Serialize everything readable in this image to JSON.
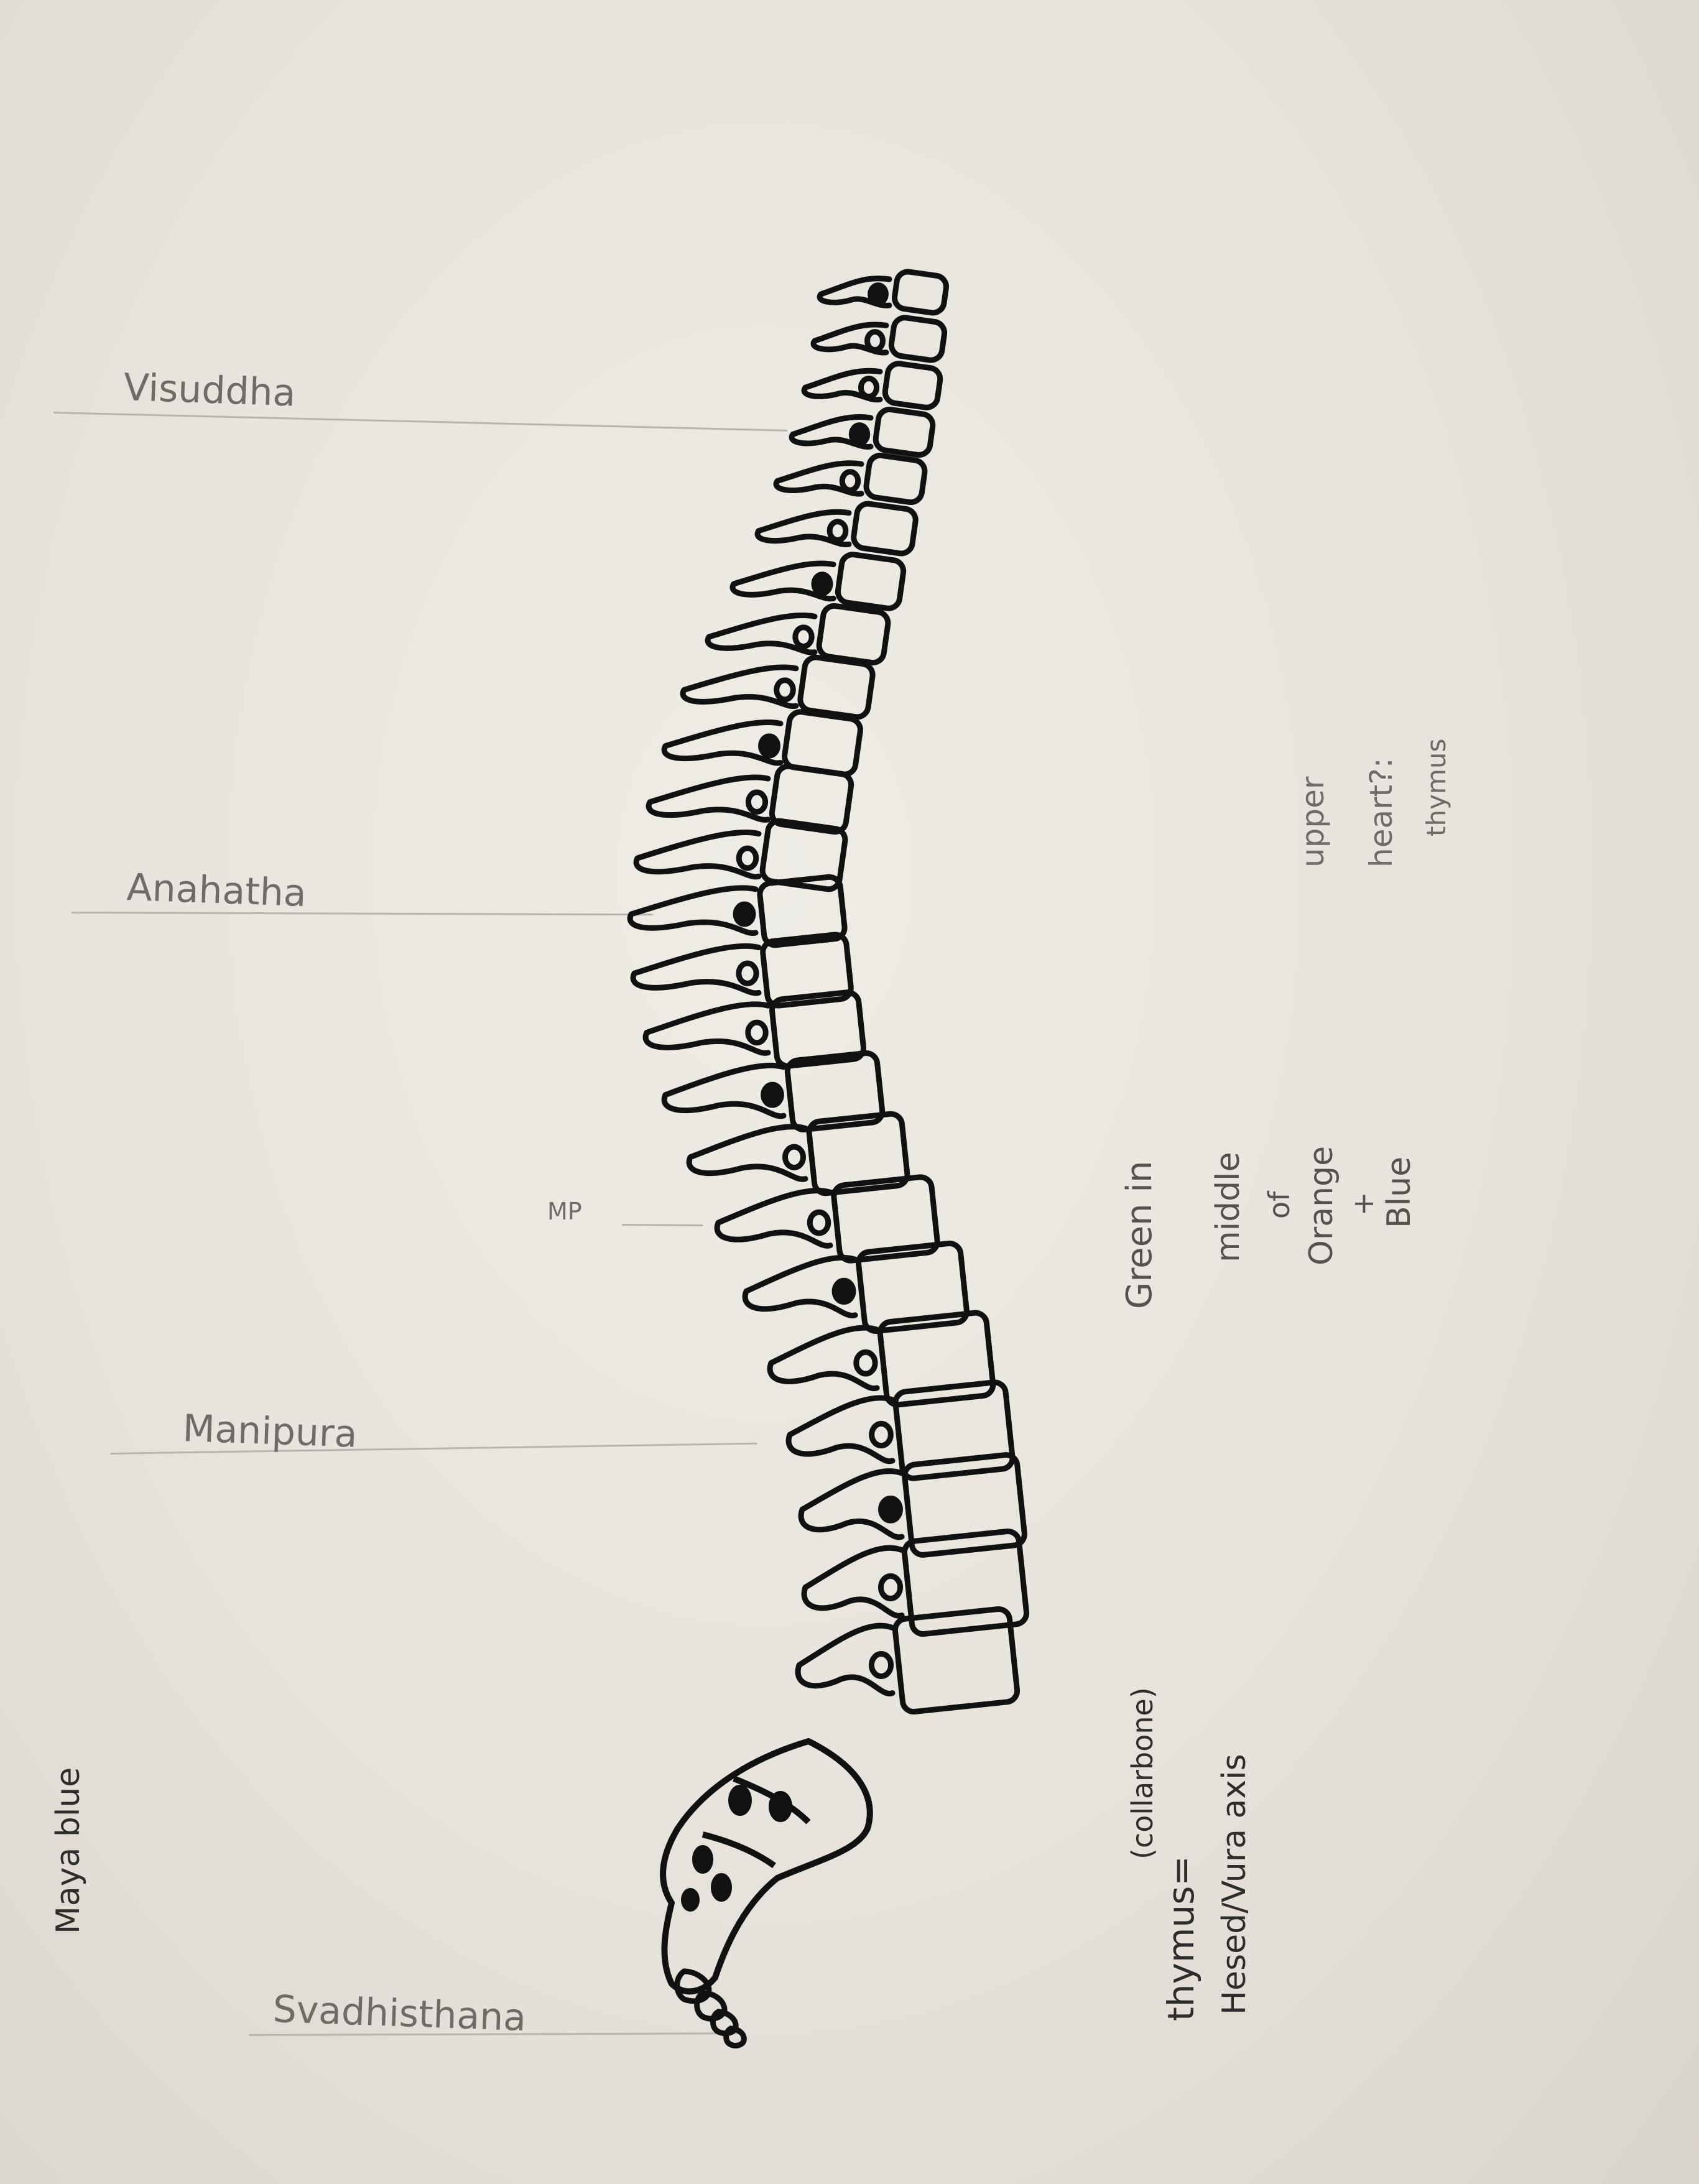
{
  "chakra_labels": {
    "visuddha": "Visuddha",
    "anahatha": "Anahatha",
    "mp": "MP",
    "manipura": "Manipura",
    "svadhisthana": "Svadhisthana"
  },
  "side_notes": {
    "maya_blue": "Maya blue",
    "upper_heart_line1": "upper",
    "upper_heart_line2": "heart?:",
    "upper_heart_line3": "thymus",
    "green_line1": "Green in",
    "green_line2": "middle",
    "green_line3": "of",
    "green_line4": "Orange",
    "green_line5": "+",
    "green_line6": "Blue",
    "thymus_line1": "(collarbone)",
    "thymus_line2": "thymus=",
    "thymus_line3": "Hesed/Vura axis"
  },
  "colors": {
    "paper": "#e9e5de",
    "ink": "#111111",
    "pencil": "#6f6c68"
  }
}
